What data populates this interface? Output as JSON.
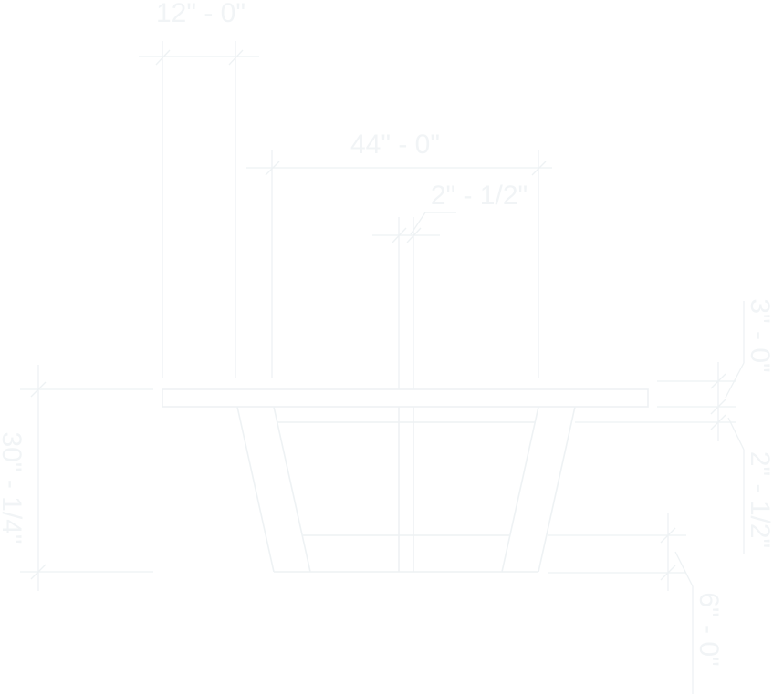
{
  "drawing": {
    "title": "Table elevation",
    "dimensions": {
      "top_overhang": "12\" - 0\"",
      "leg_span": "44\" - 0\"",
      "center_post": "2\" - 1/2\"",
      "overall_height": "30\" - 1/4\"",
      "top_thickness": "3\" - 0\"",
      "apron": "2\" - 1/2\"",
      "stretcher": "6\" - 0\""
    },
    "line_color": "#eef2f4",
    "background": "#ffffff"
  }
}
